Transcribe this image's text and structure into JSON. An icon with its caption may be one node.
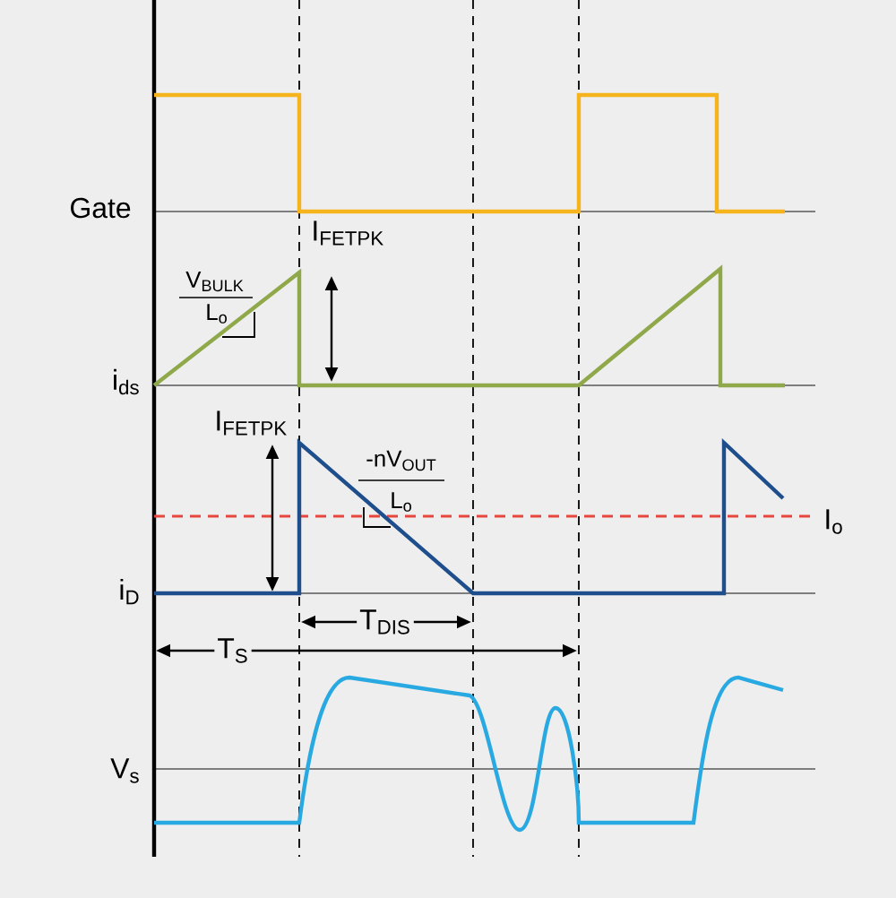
{
  "diagram": {
    "labels": [
      "Gate",
      "I$_{FETPK}$",
      "V$_{BULK}$",
      "L$_{o}$",
      "i$_{ds}$",
      "I$_{FETPK}$",
      "-nV$_{OUT}$",
      "L$_{o}$",
      "I$_{o}$",
      "i$_{D}$",
      "T$_{DIS}$",
      "T$_{S}$",
      "V$_{s}$"
    ]
  }
}
